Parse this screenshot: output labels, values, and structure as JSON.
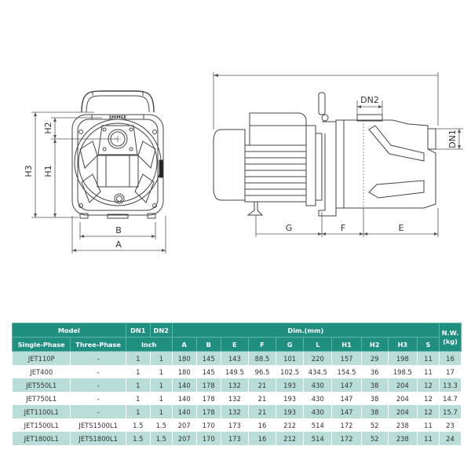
{
  "drawings": {
    "front_view": {
      "brand_label": "SHIMGE",
      "dimension_labels": {
        "h2": "H2",
        "h1": "H1",
        "h3": "H3",
        "b": "B",
        "a": "A"
      }
    },
    "side_view": {
      "dimension_labels": {
        "dn2": "DN2",
        "dn1": "DN1",
        "g": "G",
        "f": "F",
        "e": "E"
      }
    }
  },
  "table": {
    "header_row1": {
      "model": "Model",
      "dn1": "DN1",
      "dn2": "DN2",
      "dim": "Dim.(mm)",
      "nw": "N.W.\n(kg)"
    },
    "header_row2": {
      "single_phase": "Single-Phase",
      "three_phase": "Three-Phase",
      "inch": "Inch",
      "cols": [
        "A",
        "B",
        "E",
        "F",
        "G",
        "L",
        "H1",
        "H2",
        "H3",
        "S"
      ]
    },
    "rows": [
      [
        "JET110P",
        "-",
        "1",
        "1",
        "180",
        "145",
        "143",
        "88.5",
        "101",
        "220",
        "157",
        "29",
        "198",
        "11",
        "16"
      ],
      [
        "JET400",
        "-",
        "1",
        "1",
        "180",
        "145",
        "149.5",
        "96.5",
        "102.5",
        "434.5",
        "154.5",
        "36",
        "198.5",
        "11",
        "17"
      ],
      [
        "JET550L1",
        "-",
        "1",
        "1",
        "140",
        "178",
        "132",
        "21",
        "193",
        "430",
        "147",
        "38",
        "204",
        "12",
        "13.3"
      ],
      [
        "JET750L1",
        "-",
        "1",
        "1",
        "140",
        "178",
        "132",
        "21",
        "193",
        "430",
        "147",
        "38",
        "204",
        "12",
        "14.7"
      ],
      [
        "JET1100L1",
        "-",
        "1",
        "1",
        "140",
        "178",
        "132",
        "21",
        "193",
        "430",
        "147",
        "38",
        "204",
        "12",
        "15.7"
      ],
      [
        "JET1500L1",
        "JETS1500L1",
        "1.5",
        "1.5",
        "207",
        "170",
        "173",
        "16",
        "212",
        "514",
        "172",
        "52",
        "238",
        "11",
        "23"
      ],
      [
        "JET1800L1",
        "JETS1800L1",
        "1.5",
        "1.5",
        "207",
        "170",
        "173",
        "16",
        "212",
        "514",
        "172",
        "52",
        "238",
        "11",
        "24"
      ]
    ]
  },
  "colors": {
    "header_bg": "#1f8f80",
    "stripe_bg": "#b9ded7",
    "line": "#444444"
  }
}
